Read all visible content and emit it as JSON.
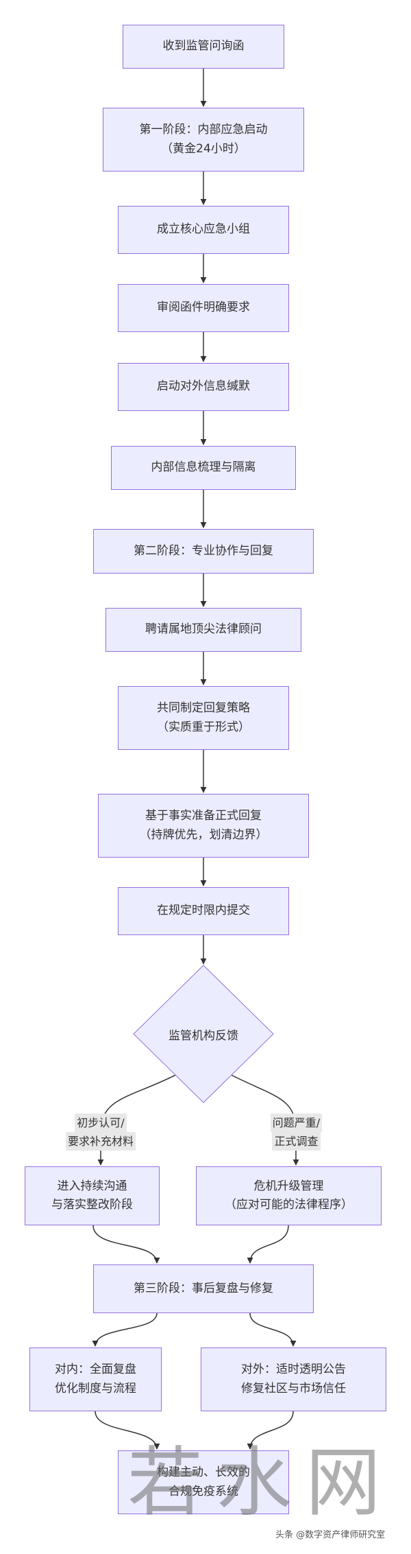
{
  "colors": {
    "node_fill": "#ECECFF",
    "node_stroke": "#9370DB",
    "edge": "#333333",
    "label_bg": "#E8E8E8"
  },
  "nodes": [
    {
      "id": "receive",
      "line1": "收到监管问询函"
    },
    {
      "id": "phase1",
      "line1": "第一阶段：内部应急启动",
      "line2": "（黄金24小时）"
    },
    {
      "id": "team",
      "line1": "成立核心应急小组"
    },
    {
      "id": "review",
      "line1": "审阅函件明确要求"
    },
    {
      "id": "silence",
      "line1": "启动对外信息缄默"
    },
    {
      "id": "sort",
      "line1": "内部信息梳理与隔离"
    },
    {
      "id": "phase2",
      "line1": "第二阶段：专业协作与回复"
    },
    {
      "id": "counsel",
      "line1": "聘请属地顶尖法律顾问"
    },
    {
      "id": "strategy",
      "line1": "共同制定回复策略",
      "line2": "（实质重于形式）"
    },
    {
      "id": "prepare",
      "line1": "基于事实准备正式回复",
      "line2": "（持牌优先，划清边界）"
    },
    {
      "id": "submit",
      "line1": "在规定时限内提交"
    },
    {
      "id": "decision",
      "line1": "监管机构反馈"
    },
    {
      "id": "ongoing",
      "line1": "进入持续沟通",
      "line2": "与落实整改阶段"
    },
    {
      "id": "escalate",
      "line1": "危机升级管理",
      "line2": "（应对可能的法律程序）"
    },
    {
      "id": "phase3",
      "line1": "第三阶段：事后复盘与修复"
    },
    {
      "id": "internal",
      "line1": "对内：全面复盘",
      "line2": "优化制度与流程"
    },
    {
      "id": "external",
      "line1": "对外：适时透明公告",
      "line2": "修复社区与市场信任"
    },
    {
      "id": "immune",
      "line1": "构建主动、长效的",
      "line2": "合规免疫系统"
    }
  ],
  "edge_labels": [
    {
      "line1": "初步认可/",
      "line2": "要求补充材料"
    },
    {
      "line1": "问题严重/",
      "line2": "正式调查"
    }
  ],
  "watermark": {
    "logo_text": "若水网",
    "credit": "头条 @数字资产律师研究室"
  }
}
